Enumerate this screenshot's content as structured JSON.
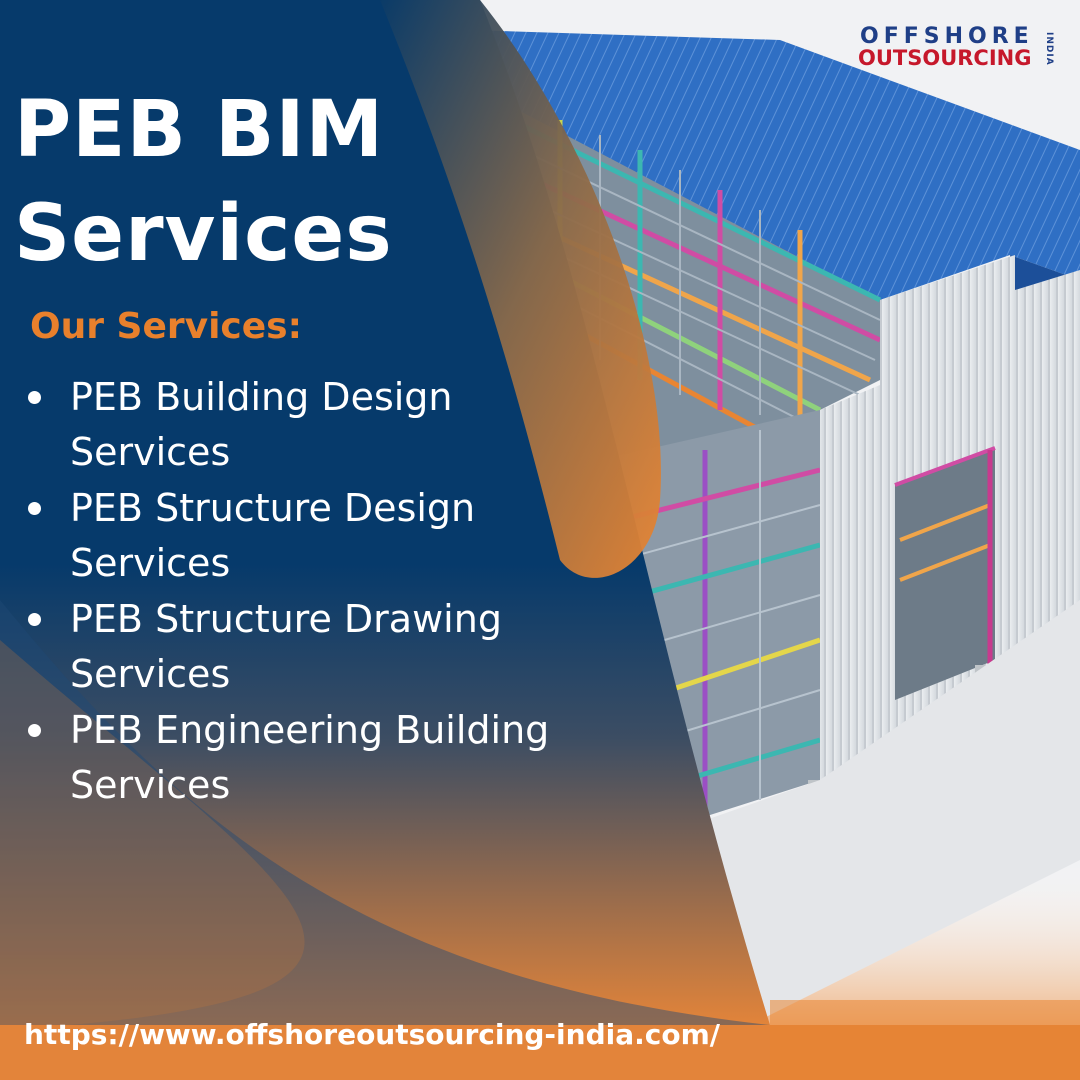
{
  "title": {
    "line1": "PEB BIM",
    "line2": "Services"
  },
  "services": {
    "heading": "Our Services:",
    "items": [
      {
        "line1": "PEB Building Design",
        "line2": "Services"
      },
      {
        "line1": "PEB Structure Design",
        "line2": "Services"
      },
      {
        "line1": "PEB Structure Drawing",
        "line2": "Services"
      },
      {
        "line1": "PEB Engineering Building",
        "line2": "Services"
      }
    ]
  },
  "website": "https://www.offshoreoutsourcing-india.com/",
  "logo": {
    "line1": "OFFSHORE",
    "line2": "OUTSOURCING",
    "tag": "INDIA"
  },
  "colors": {
    "navy": "#063a6b",
    "orange": "#e98532",
    "white": "#ffffff",
    "logo_blue": "#1f3f87",
    "logo_red": "#c6182b"
  },
  "image": {
    "subject": "3d-steel-building-icon"
  }
}
